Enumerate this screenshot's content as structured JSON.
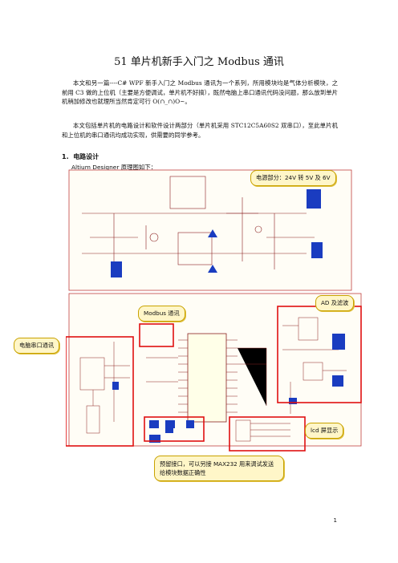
{
  "title": "51 单片机新手入门之 Modbus 通讯",
  "paragraphs": [
    "本文和另一篇----C# WPF 新手入门之 Modbus 通讯为一个系列，所用模块均是气体分析模块，之前用 C3 做的上位机（主要是方便调试，单片机不好搞），既然电脑上串口通讯代码没问题，那么放到单片机稍加修改也就理所当然肯定可行 O(∩_∩)O~。",
    "本文包括单片机的电路设计和软件设计两部分（单片机采用 STC12C5A60S2 双串口），至此单片机和上位机的串口通讯均成功实现，供需要的同学参考。"
  ],
  "section": {
    "number": "1.",
    "title": "电路设计"
  },
  "subtitle": "Altium Designer 原理图如下：",
  "callouts": {
    "power": "电源部分：24V 转 5V 及 6V",
    "modbus": "Modbus 通讯",
    "ad": "AD 及滤波",
    "pc_serial": "电脑串口通讯",
    "lcd": "lcd 屏显示",
    "reserved": "预留接口，可以另接 MAX232 用来调试发送给模块数据正确性"
  },
  "page_number": "1",
  "colors": {
    "highlight_border": "#e01010",
    "callout_fill": "#fff6c8",
    "schematic_border": "#b03030"
  }
}
